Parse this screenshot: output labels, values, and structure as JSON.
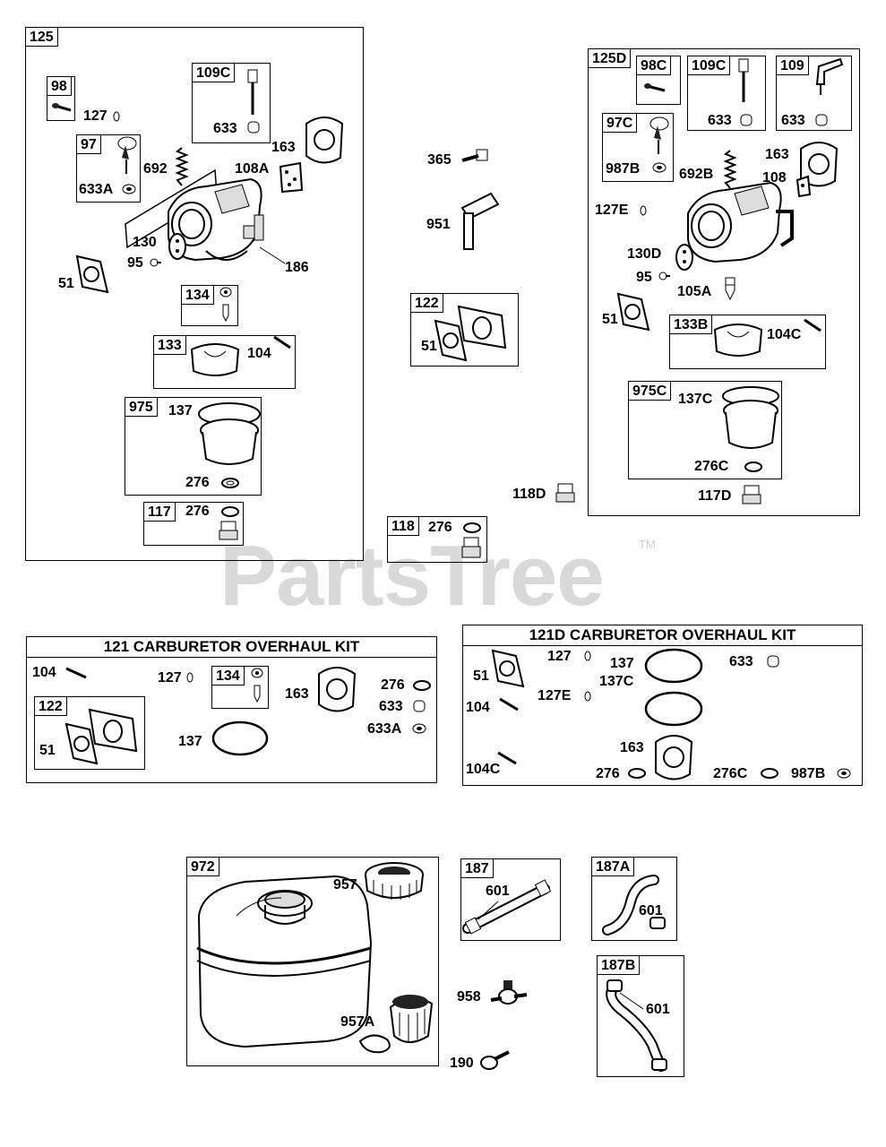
{
  "watermark": {
    "brand": "PartsTree",
    "trademark": "TM"
  },
  "group125": {
    "tag": "125",
    "sub98": "98",
    "sub109c": "109C",
    "sub97": "97",
    "sub134": "134",
    "sub133": "133",
    "sub975": "975",
    "sub117": "117",
    "labels": {
      "l127": "127",
      "l633a": "633",
      "l692": "692",
      "l163": "163",
      "l108a": "108A",
      "l633b": "633A",
      "l130": "130",
      "l95": "95",
      "l51": "51",
      "l186": "186",
      "l104": "104",
      "l137": "137",
      "l276a": "276",
      "l276b": "276"
    }
  },
  "loose": {
    "l365": "365",
    "l951": "951",
    "l118d": "118D"
  },
  "group122": {
    "tag": "122",
    "l51": "51"
  },
  "group118": {
    "tag": "118",
    "l276": "276"
  },
  "group125d": {
    "tag": "125D",
    "sub98c": "98C",
    "sub109c": "109C",
    "sub109": "109",
    "sub97c": "97C",
    "sub133b": "133B",
    "sub975c": "975C",
    "labels": {
      "l633a": "633",
      "l633b": "633",
      "l987b": "987B",
      "l692b": "692B",
      "l163": "163",
      "l108": "108",
      "l127e": "127E",
      "l130d": "130D",
      "l95": "95",
      "l105a": "105A",
      "l51": "51",
      "l104c": "104C",
      "l137c": "137C",
      "l276c": "276C",
      "l117d": "117D"
    }
  },
  "kit121": {
    "title": "121 CARBURETOR OVERHAUL KIT",
    "sub122": "122",
    "sub134": "134",
    "labels": {
      "l104": "104",
      "l127": "127",
      "l163": "163",
      "l276": "276",
      "l633": "633",
      "l633a": "633A",
      "l51": "51",
      "l137": "137"
    }
  },
  "kit121d": {
    "title": "121D CARBURETOR OVERHAUL KIT",
    "labels": {
      "l51": "51",
      "l127": "127",
      "l137": "137",
      "l633": "633",
      "l127e": "127E",
      "l104": "104",
      "l137c": "137C",
      "l163": "163",
      "l104c": "104C",
      "l276": "276",
      "l276c": "276C",
      "l987b": "987B"
    }
  },
  "tank": {
    "tag": "972",
    "l957": "957",
    "l957a": "957A"
  },
  "fuelparts": {
    "l958": "958",
    "l190": "190"
  },
  "line187": {
    "tag": "187",
    "l601": "601"
  },
  "line187a": {
    "tag": "187A",
    "l601": "601"
  },
  "line187b": {
    "tag": "187B",
    "l601": "601"
  }
}
